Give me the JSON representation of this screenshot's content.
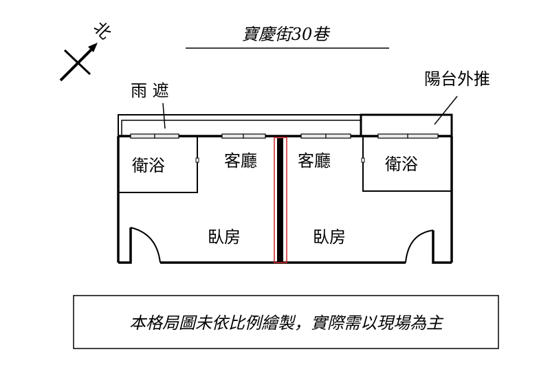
{
  "title": "寶慶街30巷",
  "north_label": "北",
  "labels": {
    "awning": "雨 遮",
    "balcony": "陽台外推",
    "bath_left": "衛浴",
    "bath_right": "衛浴",
    "living_left": "客廳",
    "living_right": "客廳",
    "bedroom_left": "臥房",
    "bedroom_right": "臥房"
  },
  "disclaimer": "本格局圖未依比例繪製，實際需以現場為主",
  "colors": {
    "highlight": "#d02020"
  }
}
